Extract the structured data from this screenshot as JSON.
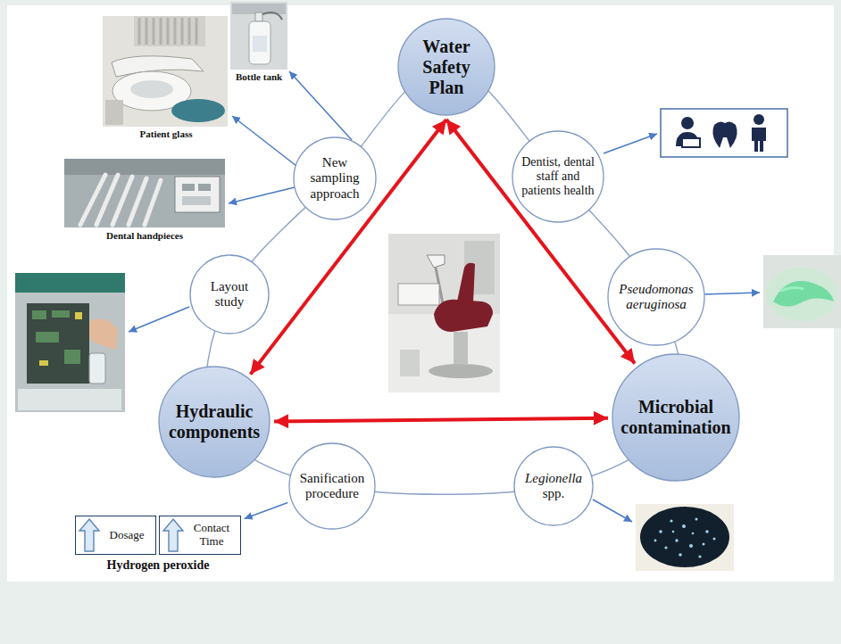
{
  "diagram": {
    "nodes": [
      {
        "text": [
          "Water Safety Plan"
        ]
      },
      {
        "text": [
          "New sampling approach"
        ]
      },
      {
        "text": [
          "Dentist, dental staff and patients health"
        ]
      },
      {
        "text": [
          "Layout study"
        ]
      },
      {
        "text": [
          "Pseudomonas aeruginosa"
        ]
      },
      {
        "text": [
          "Hydraulic components"
        ]
      },
      {
        "text": [
          "Microbial contamination"
        ]
      },
      {
        "text": [
          "Sanification procedure"
        ]
      },
      {
        "text": [
          "Legionella spp."
        ]
      },
      {
        "text": [
          "Dosage"
        ]
      },
      {
        "text": [
          "Contact Time"
        ]
      }
    ],
    "edges": [
      {
        "from": 0,
        "to": 5,
        "arrow": "both"
      },
      {
        "from": 0,
        "to": 6,
        "arrow": "both"
      },
      {
        "from": 5,
        "to": 6,
        "arrow": "both"
      },
      {
        "from": 7,
        "to": 10,
        "arrow": "to"
      }
    ],
    "labels": [
      "Bottle tank",
      "Patient glass",
      "Dental handpieces",
      "Hydrogen peroxide"
    ]
  }
}
